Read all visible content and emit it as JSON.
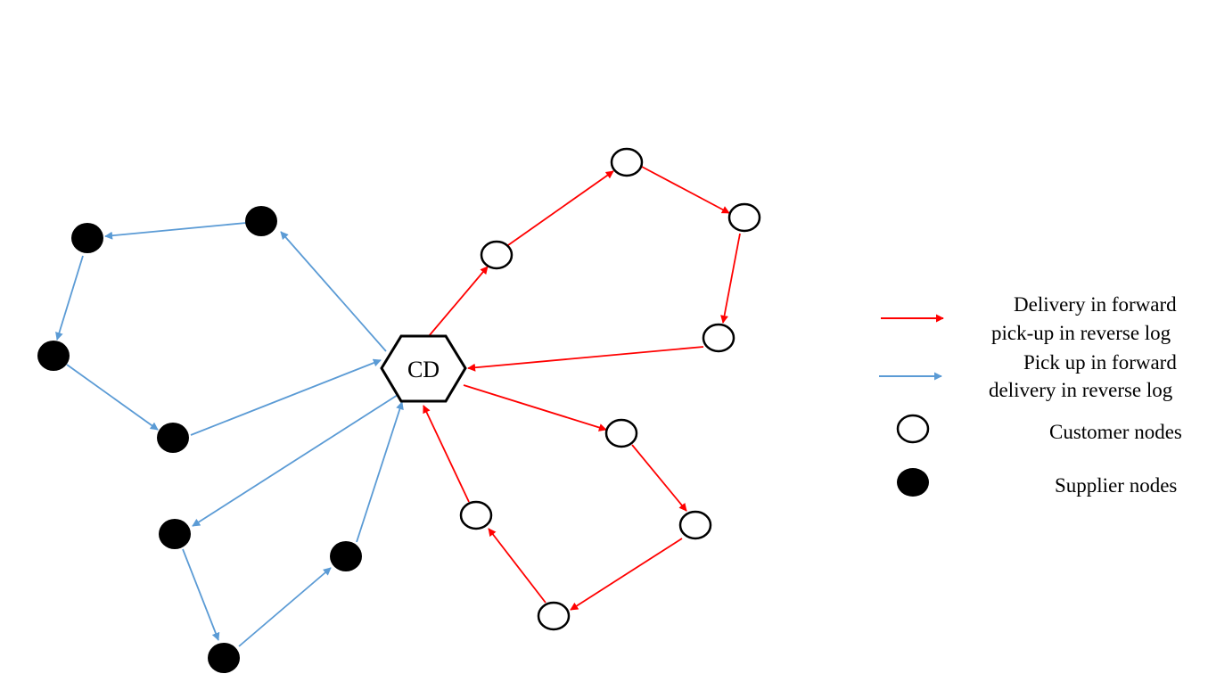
{
  "center": {
    "label": "CD"
  },
  "colors": {
    "delivery_forward": "#ff0000",
    "pickup_forward": "#5b9bd5",
    "node_stroke": "#000000",
    "supplier_fill": "#000000",
    "customer_fill": "#ffffff"
  },
  "legend": {
    "red_line1": "Delivery in forward",
    "red_line2": "pick-up in reverse  log",
    "blue_line1": "Pick up in forward",
    "blue_line2": "delivery in reverse  log",
    "customer": "Customer nodes",
    "supplier": "Supplier nodes"
  }
}
